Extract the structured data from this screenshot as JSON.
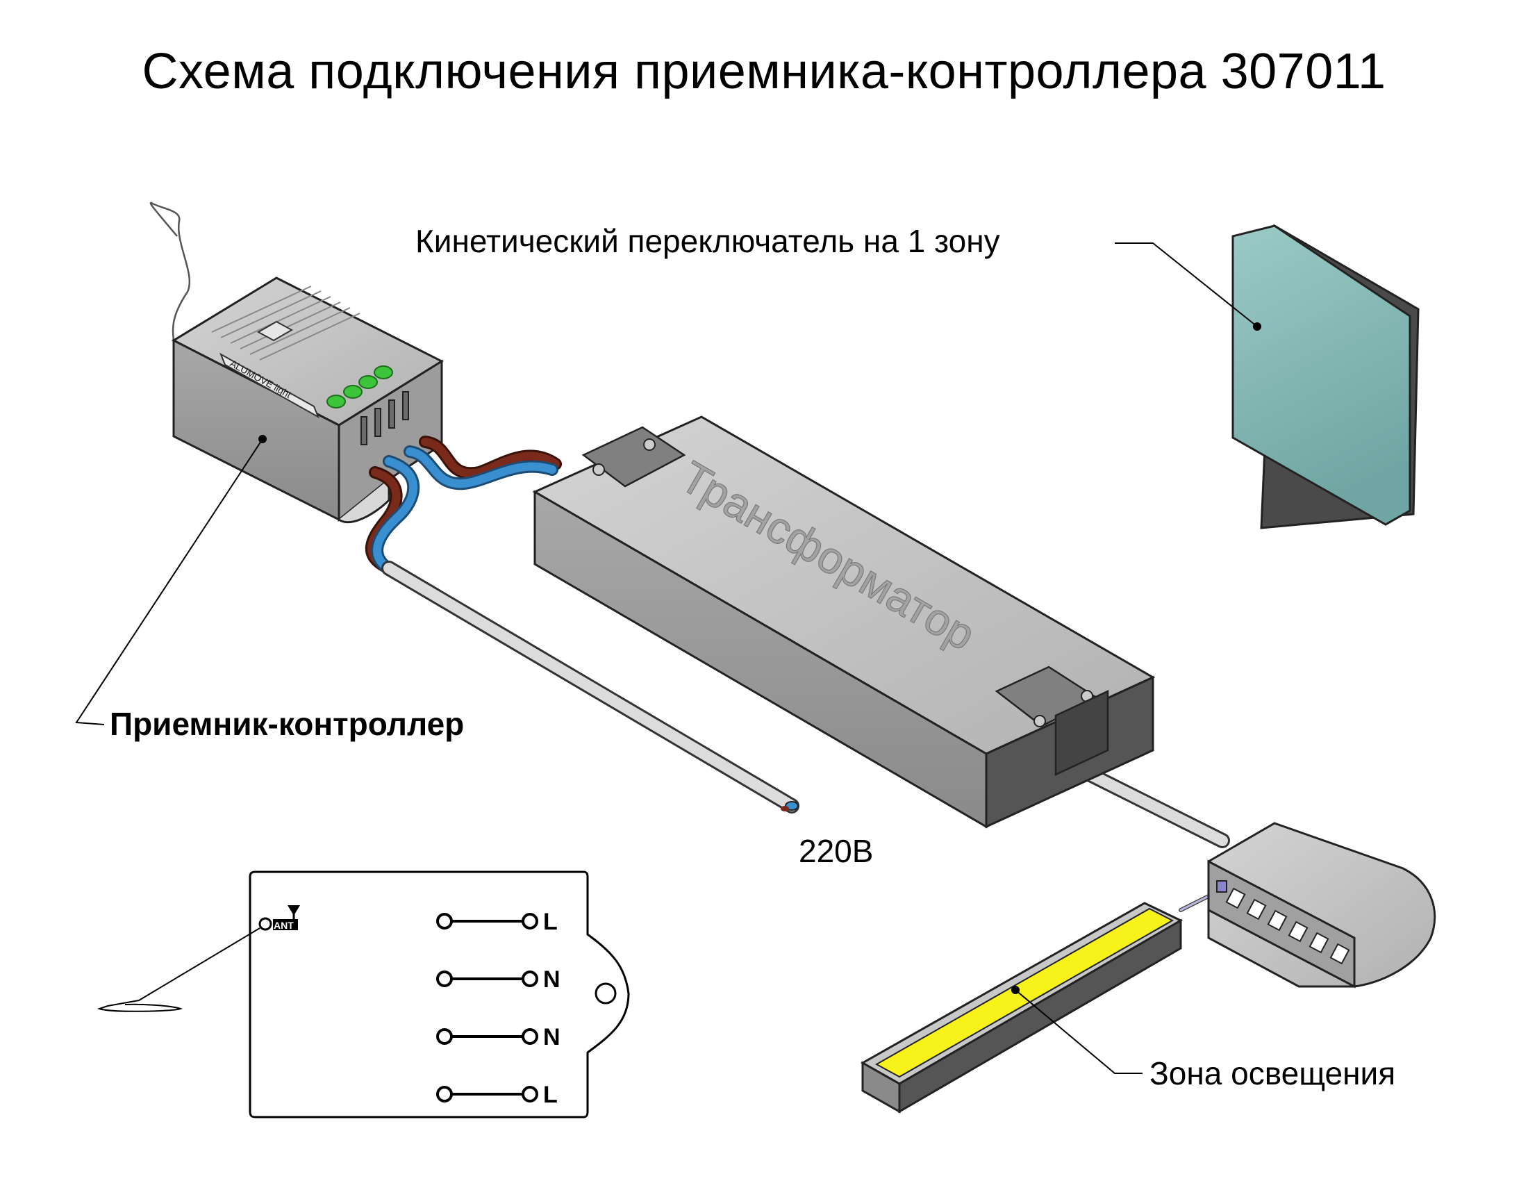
{
  "title": "Схема подключения приемника-контроллера 307011",
  "labels": {
    "switch": "Кинетический переключатель на 1 зону",
    "receiver": "Приемник-контроллер",
    "mains": "220В",
    "zone": "Зона освещения",
    "transformer": "Трансформатор",
    "brand": "ALUMOVE light",
    "antenna": "ANT"
  },
  "wiring_diagram": {
    "terminals": [
      "L",
      "N",
      "N",
      "L"
    ]
  },
  "colors": {
    "wire_brown": "#7a2a1a",
    "wire_blue": "#3a8fd0",
    "switch_face": "#86bcb9",
    "led_strip": "#f6f21a",
    "leds": "#3cc43a",
    "housing": "#b9b9b9"
  }
}
